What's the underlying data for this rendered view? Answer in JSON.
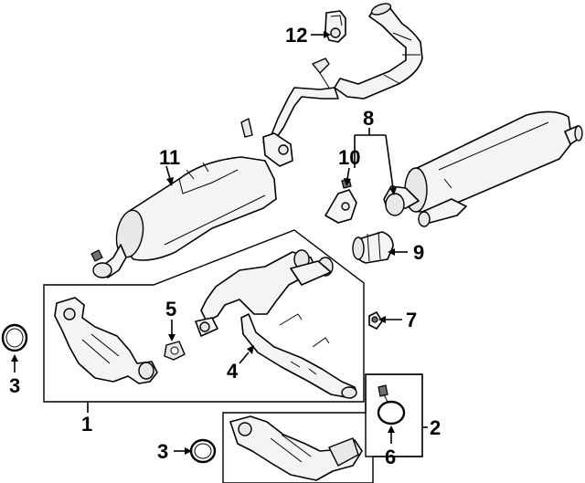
{
  "callouts": [
    {
      "id": "c1",
      "label": "1"
    },
    {
      "id": "c2",
      "label": "2"
    },
    {
      "id": "c3a",
      "label": "3"
    },
    {
      "id": "c3b",
      "label": "3"
    },
    {
      "id": "c4",
      "label": "4"
    },
    {
      "id": "c5",
      "label": "5"
    },
    {
      "id": "c6",
      "label": "6"
    },
    {
      "id": "c7",
      "label": "7"
    },
    {
      "id": "c8",
      "label": "8"
    },
    {
      "id": "c9",
      "label": "9"
    },
    {
      "id": "c10",
      "label": "10"
    },
    {
      "id": "c11",
      "label": "11"
    },
    {
      "id": "c12",
      "label": "12"
    }
  ],
  "colors": {
    "line": "#000000",
    "fill_light": "#f4f4f4",
    "fill_mid": "#e8e8e8",
    "fill_dark": "#6f6f6f",
    "background": "#ffffff"
  }
}
